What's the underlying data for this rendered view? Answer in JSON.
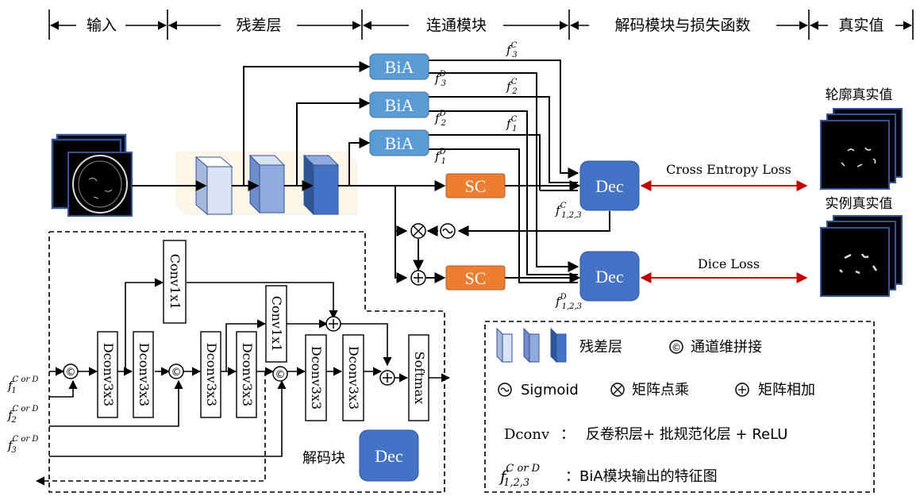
{
  "header": {
    "sections": [
      "输入",
      "残差层",
      "连通模块",
      "解码模块与损失函数",
      "真实值"
    ]
  },
  "blocks": {
    "bia": "BiA",
    "sc": "SC",
    "dec": "Dec",
    "conv1x1": "Conv1x1",
    "dconv3x3": "Dconv3x3",
    "softmax": "Softmax"
  },
  "features": {
    "f3c": "f",
    "f3c_sup": "C",
    "f3c_sub": "3",
    "f3d": "f",
    "f3d_sup": "D",
    "f3d_sub": "3",
    "f2c": "f",
    "f2c_sup": "C",
    "f2c_sub": "2",
    "f2d": "f",
    "f2d_sup": "D",
    "f2d_sub": "2",
    "f1c": "f",
    "f1c_sup": "C",
    "f1c_sub": "1",
    "f1d": "f",
    "f1d_sup": "D",
    "f1d_sub": "1",
    "f123c": "f",
    "f123c_sup": "C",
    "f123c_sub": "1,2,3",
    "f123d": "f",
    "f123d_sup": "D",
    "f123d_sub": "1,2,3",
    "f1cord": "f",
    "f1cord_sup": "C or D",
    "f1cord_sub": "1",
    "f2cord": "f",
    "f2cord_sup": "C or D",
    "f2cord_sub": "2",
    "f3cord": "f",
    "f3cord_sup": "C or D",
    "f3cord_sub": "3"
  },
  "losses": {
    "cross_entropy": "Cross Entropy Loss",
    "dice": "Dice Loss"
  },
  "ground_truth": {
    "contour": "轮廓真实值",
    "instance": "实例真实值"
  },
  "decoder_label": "解码块",
  "symbols": {
    "concat": "©",
    "sigmoid": "~",
    "multiply": "⊗",
    "add": "+"
  },
  "legend": {
    "residual": "残差层",
    "concat": "通道维拼接",
    "sigmoid": "Sigmoid",
    "multiply": "矩阵点乘",
    "add": "矩阵相加",
    "dconv_key": "Dconv",
    "dconv_sep": "：",
    "dconv_desc": "反卷积层+ 批规范化层 + ReLU",
    "feat_f": "f",
    "feat_sup": "C or D",
    "feat_sub": "1,2,3",
    "feat_desc": "：BiA模块输出的特征图"
  },
  "colors": {
    "bia": "#5b9bd5",
    "sc": "#ed7d31",
    "dec": "#4472c4",
    "loss_arrow": "#c00000",
    "res_light": "#dae3f3",
    "res_mid": "#8faadc",
    "res_dark": "#4472c4"
  }
}
